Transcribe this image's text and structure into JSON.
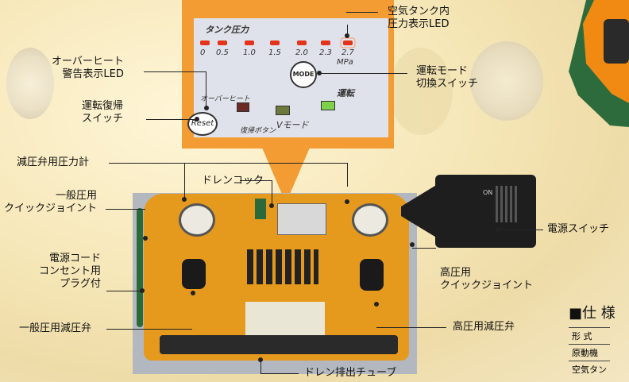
{
  "panel": {
    "tank_pressure_title": "タンク圧力",
    "scale": [
      "0",
      "0.5",
      "1.0",
      "1.5",
      "2.0",
      "2.3",
      "2.7"
    ],
    "unit": "MPa",
    "overheat_label": "オーバーヒート",
    "reset_button": "Reset",
    "reset_caption": "復帰ボタン",
    "mode_button": "MODE",
    "v_mode_label": "Vモード",
    "run_label": "運転"
  },
  "callouts": {
    "air_tank_led": "空気タンク内\n圧力表示LED",
    "overheat_led": "オーバーヒート\n警告表示LED",
    "reset_switch": "運転復帰\nスイッチ",
    "mode_switch": "運転モード\n切換スイッチ",
    "reducer_gauge": "減圧弁用圧力計",
    "drain_cock": "ドレンコック",
    "general_quick_joint": "一般圧用\nクイックジョイント",
    "power_cord": "電源コード\nコンセント用\nプラグ付",
    "general_reducer": "一般圧用減圧弁",
    "high_quick_joint": "高圧用\nクイックジョイント",
    "high_reducer": "高圧用減圧弁",
    "drain_tube": "ドレン排出チューブ",
    "power_switch": "電源スイッチ"
  },
  "inset": {
    "on_label": "ON"
  },
  "spec": {
    "heading": "■仕 様",
    "rows": [
      "形 式",
      "原動機",
      "空気タン"
    ]
  },
  "colors": {
    "accent_orange": "#f39c34",
    "body_yellow": "#e59a1e",
    "led_red": "#e5331b"
  }
}
